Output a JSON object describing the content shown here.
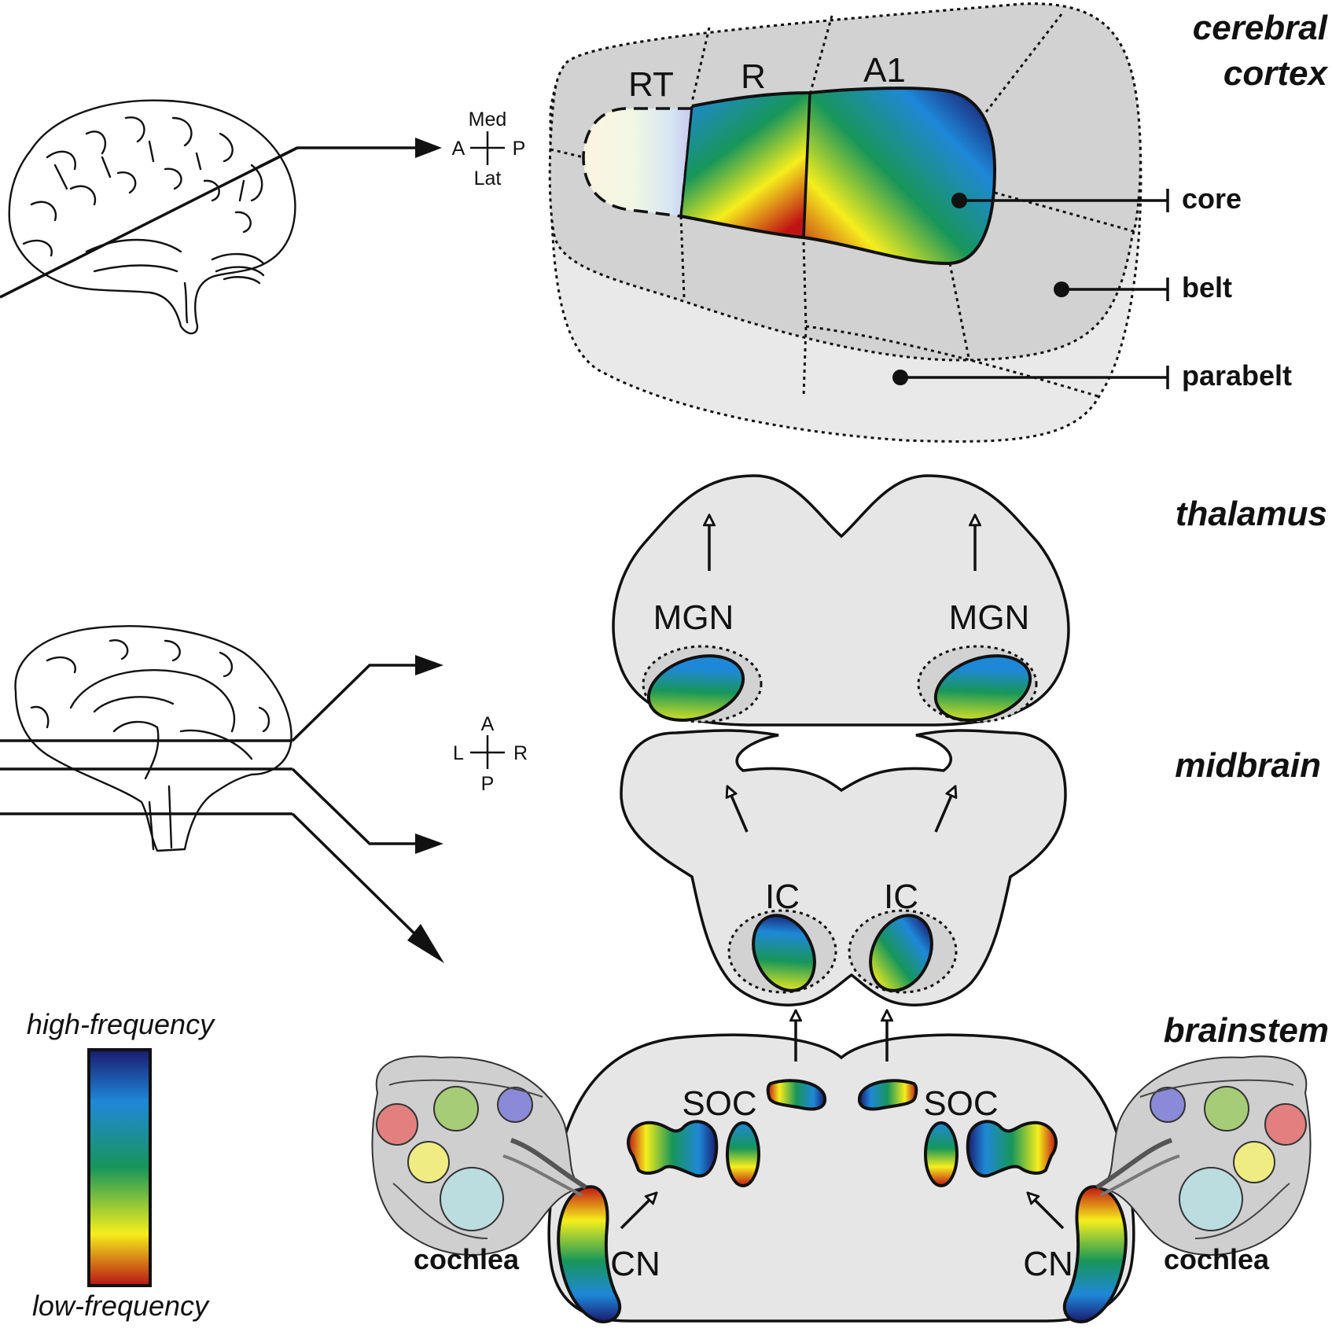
{
  "regions": {
    "cerebral_line1": "cerebral",
    "cerebral_line2": "cortex",
    "thalamus": "thalamus",
    "midbrain": "midbrain",
    "brainstem": "brainstem"
  },
  "cortex_fields": {
    "rt": "RT",
    "r": "R",
    "a1": "A1"
  },
  "cortex_key": {
    "core": "core",
    "belt": "belt",
    "parabelt": "parabelt"
  },
  "compass_cortex": {
    "top": "Med",
    "left": "A",
    "right": "P",
    "bottom": "Lat"
  },
  "compass_axial": {
    "top": "A",
    "left": "L",
    "right": "R",
    "bottom": "P"
  },
  "nuclei": {
    "mgn_left": "MGN",
    "mgn_right": "MGN",
    "ic_left": "IC",
    "ic_right": "IC",
    "soc_left": "SOC",
    "soc_right": "SOC",
    "cn_left": "CN",
    "cn_right": "CN",
    "cochlea_left": "cochlea",
    "cochlea_right": "cochlea"
  },
  "legend": {
    "high": "high-frequency",
    "low": "low-frequency"
  },
  "colors": {
    "tonotopy": [
      "#1a1a6e",
      "#1e88d8",
      "#17965a",
      "#f5ee1c",
      "#b81414"
    ],
    "belt_fill": "#d2d2d2",
    "parabelt_fill": "#e9e9e9",
    "tissue_fill": "#e6e6e6"
  }
}
